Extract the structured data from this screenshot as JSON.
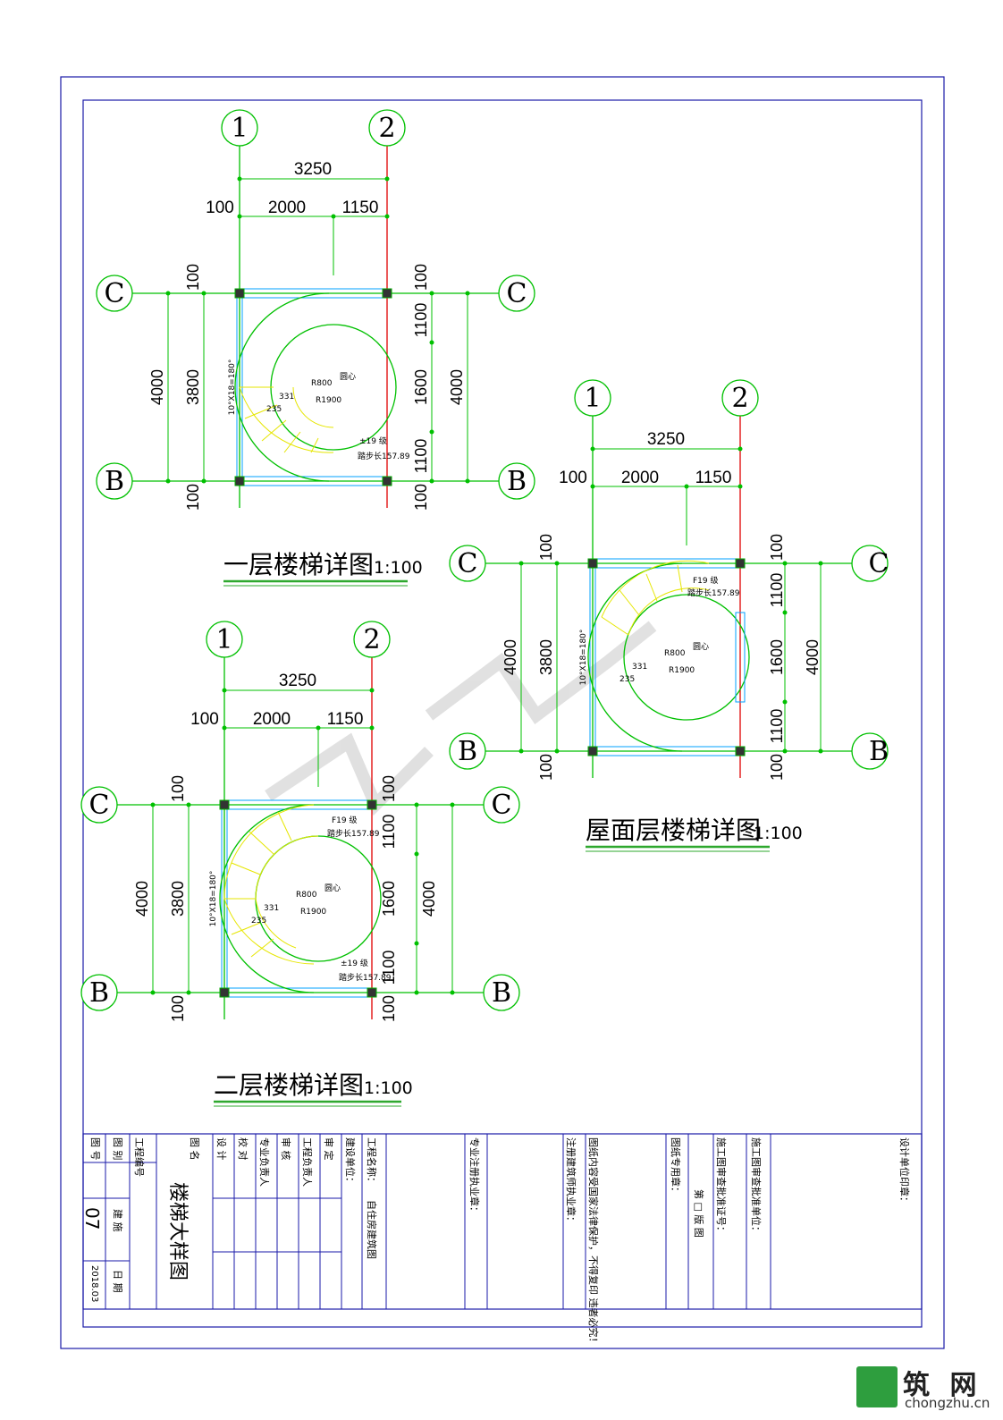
{
  "plans": [
    {
      "id": "floor1",
      "title": "一层楼梯详图",
      "scale": "1:100",
      "axes": {
        "left": "1",
        "right": "2",
        "top": "C",
        "bottom": "B"
      },
      "dims_top": {
        "total": "3250",
        "a": "100",
        "b": "2000",
        "c": "1150"
      },
      "dims_left": {
        "outer": "4000",
        "inner": "3800",
        "top": "100",
        "bottom": "100"
      },
      "dims_right": {
        "outer": "4000",
        "top": "100",
        "m1": "1100",
        "m2": "1600",
        "m3": "1100",
        "bottom": "100"
      },
      "notes": {
        "angle": "10°X18=180°",
        "r1": "R800",
        "r2": "R1900",
        "center": "圆心",
        "steps": "±19 级",
        "len": "踏步长157.89",
        "w1": "331",
        "w2": "235"
      }
    },
    {
      "id": "floor2",
      "title": "二层楼梯详图",
      "scale": "1:100",
      "axes": {
        "left": "1",
        "right": "2",
        "top": "C",
        "bottom": "B"
      },
      "dims_top": {
        "total": "3250",
        "a": "100",
        "b": "2000",
        "c": "1150"
      },
      "dims_left": {
        "outer": "4000",
        "inner": "3800",
        "top": "100",
        "bottom": "100"
      },
      "dims_right": {
        "outer": "4000",
        "top": "100",
        "m1": "1100",
        "m2": "1600",
        "m3": "1100",
        "bottom": "100"
      },
      "notes": {
        "angle": "10°X18=180°",
        "r1": "R800",
        "r2": "R1900",
        "center": "圆心",
        "steps": "±19 级",
        "steps_top": "F19 级",
        "len": "踏步长157.89",
        "w1": "331",
        "w2": "235"
      }
    },
    {
      "id": "roof",
      "title": "屋面层楼梯详图",
      "scale": "1:100",
      "axes": {
        "left": "1",
        "right": "2",
        "top": "C",
        "bottom": "B"
      },
      "dims_top": {
        "total": "3250",
        "a": "100",
        "b": "2000",
        "c": "1150"
      },
      "dims_left": {
        "outer": "4000",
        "inner": "3800",
        "top": "100",
        "bottom": "100"
      },
      "dims_right": {
        "outer": "4000",
        "top": "100",
        "m1": "1100",
        "m2": "1600",
        "m3": "1100",
        "bottom": "100"
      },
      "notes": {
        "angle": "10°X18=180°",
        "r1": "R800",
        "r2": "R1900",
        "center": "圆心",
        "steps_top": "F19 级",
        "len": "踏步长157.89",
        "w1": "331",
        "w2": "235"
      }
    }
  ],
  "title_block": {
    "project_no_label": "工程编号",
    "sheet_no_label": "图 号",
    "sheet_no": "07",
    "drawing_type_label": "图 别",
    "drawing_type": "建 施",
    "date_label": "日 期",
    "date": "2018.03",
    "drawing_name_label": "图 名",
    "drawing_name": "楼梯大样图",
    "roles": [
      "设 计",
      "校 对",
      "专业负责人",
      "审 核",
      "工程负责人",
      "审 定"
    ],
    "project_name_label": "工程名称：",
    "project_name": "自住房建筑图",
    "client_label": "建设单位：",
    "reg_arch_label": "专业注册执业章：",
    "notice": "图纸内容受国家法律保护，不得复印 违者必究！",
    "reg_seal_label": "注册建筑师执业章：",
    "drawing_seal_label": "图纸专用章：",
    "review_label": "施工图审查批准证号：",
    "version": "第 □ 版 图",
    "approval_label": "施工图审查批准单位：",
    "signature_label": "设计单位印章："
  },
  "logo": {
    "name": "筑 网",
    "url": "chongzhu.cn"
  },
  "colors": {
    "frame": "#1a1aa8",
    "axis": "#00c000",
    "dim": "#00c000",
    "stair": "#e6e600",
    "beam": "#00a0ff",
    "red": "#e00000",
    "underline": "#2ea82e"
  }
}
